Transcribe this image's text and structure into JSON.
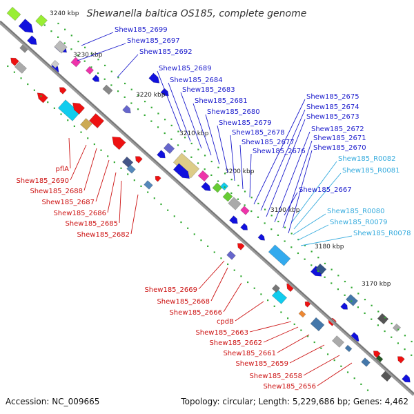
{
  "title": "Shewanella baltica OS185, complete genome",
  "footer": {
    "accession": "Accession: NC_009665",
    "topology": "Topology: circular; Length: 5,229,686 bp; Genes: 4,462"
  },
  "colors": {
    "forward_label": "#1a1acc",
    "rna_label": "#33aadd",
    "reverse_label": "#cc1111",
    "backbone": "#888888"
  },
  "ticks": [
    "3240 kbp",
    "3230 kbp",
    "3220 kbp",
    "3210 kbp",
    "3200 kbp",
    "3190 kbp",
    "3180 kbp",
    "3170 kbp"
  ],
  "upper_labels": [
    {
      "text": "Shew185_2699",
      "kind": "forward"
    },
    {
      "text": "Shew185_2697",
      "kind": "forward"
    },
    {
      "text": "Shew185_2692",
      "kind": "forward"
    },
    {
      "text": "Shew185_2689",
      "kind": "forward"
    },
    {
      "text": "Shew185_2684",
      "kind": "forward"
    },
    {
      "text": "Shew185_2683",
      "kind": "forward"
    },
    {
      "text": "Shew185_2681",
      "kind": "forward"
    },
    {
      "text": "Shew185_2680",
      "kind": "forward"
    },
    {
      "text": "Shew185_2679",
      "kind": "forward"
    },
    {
      "text": "Shew185_2678",
      "kind": "forward"
    },
    {
      "text": "Shew185_2677",
      "kind": "forward"
    },
    {
      "text": "Shew185_2676",
      "kind": "forward"
    },
    {
      "text": "Shew185_2675",
      "kind": "forward"
    },
    {
      "text": "Shew185_2674",
      "kind": "forward"
    },
    {
      "text": "Shew185_2673",
      "kind": "forward"
    },
    {
      "text": "Shew185_2672",
      "kind": "forward"
    },
    {
      "text": "Shew185_2671",
      "kind": "forward"
    },
    {
      "text": "Shew185_2670",
      "kind": "forward"
    },
    {
      "text": "Shew185_R0082",
      "kind": "rna"
    },
    {
      "text": "Shew185_R0081",
      "kind": "rna"
    },
    {
      "text": "Shew185_2667",
      "kind": "forward"
    },
    {
      "text": "Shew185_R0080",
      "kind": "rna"
    },
    {
      "text": "Shew185_R0079",
      "kind": "rna"
    },
    {
      "text": "Shew185_R0078",
      "kind": "rna"
    }
  ],
  "lower_labels": [
    {
      "text": "pflA",
      "kind": "reverse"
    },
    {
      "text": "Shew185_2690",
      "kind": "reverse"
    },
    {
      "text": "Shew185_2688",
      "kind": "reverse"
    },
    {
      "text": "Shew185_2687",
      "kind": "reverse"
    },
    {
      "text": "Shew185_2686",
      "kind": "reverse"
    },
    {
      "text": "Shew185_2685",
      "kind": "reverse"
    },
    {
      "text": "Shew185_2682",
      "kind": "reverse"
    },
    {
      "text": "Shew185_2669",
      "kind": "reverse"
    },
    {
      "text": "Shew185_2668",
      "kind": "reverse"
    },
    {
      "text": "Shew185_2666",
      "kind": "reverse"
    },
    {
      "text": "cpdB",
      "kind": "reverse"
    },
    {
      "text": "Shew185_2663",
      "kind": "reverse"
    },
    {
      "text": "Shew185_2662",
      "kind": "reverse"
    },
    {
      "text": "Shew185_2661",
      "kind": "reverse"
    },
    {
      "text": "Shew185_2659",
      "kind": "reverse"
    },
    {
      "text": "Shew185_2658",
      "kind": "reverse"
    },
    {
      "text": "Shew185_2656",
      "kind": "reverse"
    }
  ]
}
